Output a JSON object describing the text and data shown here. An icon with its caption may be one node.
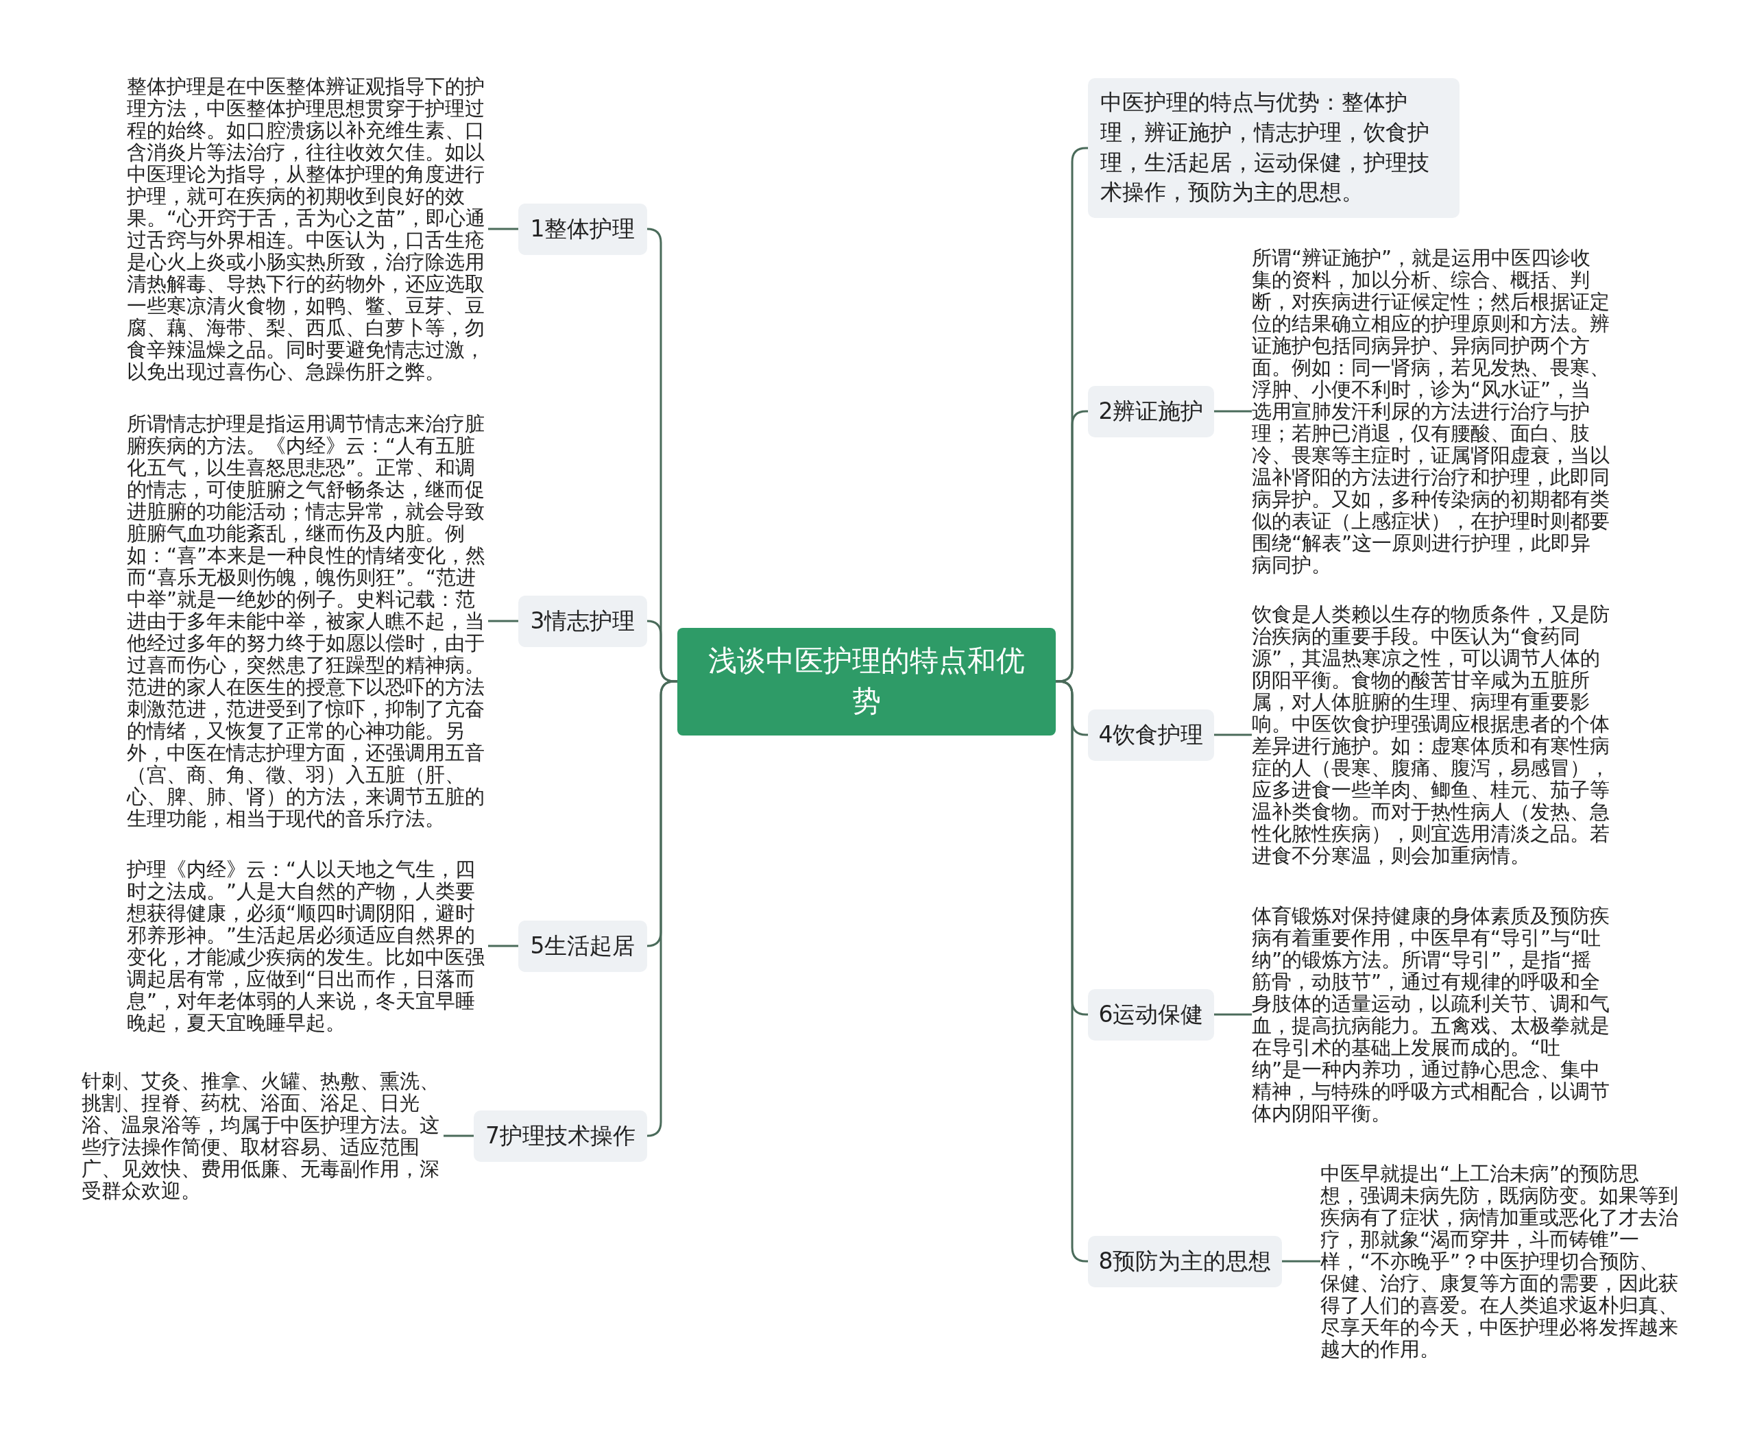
{
  "diagram": {
    "nodes": [
      {
        "text": [
          "浅谈中医护理的特点和优势"
        ]
      },
      {
        "text": [
          "中医护理的特点与优势：整体护理，辨证施护，情志护理，饮食护理，生活起居，运动保健，护理技术操作，预防为主的思想。"
        ]
      },
      {
        "text": [
          "1整体护理"
        ]
      },
      {
        "text": [
          "整体护理是在中医整体辨证观指导下的护理方法，中医整体护理思想贯穿于护理过程的始终。如口腔溃疡以补充维生素、口含消炎片等法治疗，往往收效欠佳。如以中医理论为指导，从整体护理的角度进行护理，就可在疾病的初期收到良好的效果。“心开窍于舌，舌为心之苗”，即心通过舌窍与外界相连。中医认为，口舌生疮是心火上炎或小肠实热所致，治疗除选用清热解毒、导热下行的药物外，还应选取一些寒凉清火食物，如鸭、鳖、豆芽、豆腐、藕、海带、梨、西瓜、白萝卜等，勿食辛辣温燥之品。同时要避免情志过激，以免出现过喜伤心、急躁伤肝之弊。"
        ]
      },
      {
        "text": [
          "2辨证施护"
        ]
      },
      {
        "text": [
          "所谓“辨证施护”，就是运用中医四诊收集的资料，加以分析、综合、概括、判断，对疾病进行证候定性；然后根据证定位的结果确立相应的护理原则和方法。辨证施护包括同病异护、异病同护两个方面。例如：同一肾病，若见发热、畏寒、浮肿、小便不利时，诊为“风水证”，当选用宣肺发汗利尿的方法进行治疗与护理；若肿已消退，仅有腰酸、面白、肢冷、畏寒等主症时，证属肾阳虚衰，当以温补肾阳的方法进行治疗和护理，此即同病异护。又如，多种传染病的初期都有类似的表证（上感症状），在护理时则都要围绕“解表”这一原则进行护理，此即异病同护。"
        ]
      },
      {
        "text": [
          "3情志护理"
        ]
      },
      {
        "text": [
          "所谓情志护理是指运用调节情志来治疗脏腑疾病的方法。《内经》云：“人有五脏化五气，以生喜怒思悲恐”。正常、和调的情志，可使脏腑之气舒畅条达，继而促进脏腑的功能活动；情志异常，就会导致脏腑气血功能紊乱，继而伤及内脏。例如：“喜”本来是一种良性的情绪变化，然而“喜乐无极则伤魄，魄伤则狂”。“范进中举”就是一绝妙的例子。史料记载：范进由于多年未能中举，被家人瞧不起，当他经过多年的努力终于如愿以偿时，由于过喜而伤心，突然患了狂躁型的精神病。范进的家人在医生的授意下以恐吓的方法刺激范进，范进受到了惊吓，抑制了亢奋的情绪，又恢复了正常的心神功能。另外，中医在情志护理方面，还强调用五音（宫、商、角、徵、羽）入五脏（肝、心、脾、肺、肾）的方法，来调节五脏的生理功能，相当于现代的音乐疗法。"
        ]
      },
      {
        "text": [
          "4饮食护理"
        ]
      },
      {
        "text": [
          "饮食是人类赖以生存的物质条件，又是防治疾病的重要手段。中医认为“食药同源”，其温热寒凉之性，可以调节人体的阴阳平衡。食物的酸苦甘辛咸为五脏所属，对人体脏腑的生理、病理有重要影响。中医饮食护理强调应根据患者的个体差异进行施护。如：虚寒体质和有寒性病症的人（畏寒、腹痛、腹泻，易感冒），应多进食一些羊肉、鲫鱼、桂元、茄子等温补类食物。而对于热性病人（发热、急性化脓性疾病），则宜选用清淡之品。若进食不分寒温，则会加重病情。"
        ]
      },
      {
        "text": [
          "5生活起居"
        ]
      },
      {
        "text": [
          "护理《内经》云：“人以天地之气生，四时之法成。”人是大自然的产物，人类要想获得健康，必须“顺四时调阴阳，避时邪养形神。”生活起居必须适应自然界的变化，才能减少疾病的发生。比如中医强调起居有常，应做到“日出而作，日落而息”，对年老体弱的人来说，冬天宜早睡晚起，夏天宜晚睡早起。"
        ]
      },
      {
        "text": [
          "6运动保健"
        ]
      },
      {
        "text": [
          "体育锻炼对保持健康的身体素质及预防疾病有着重要作用，中医早有“导引”与“吐纳”的锻炼方法。所谓“导引”，是指“摇筋骨，动肢节”，通过有规律的呼吸和全身肢体的适量运动，以疏利关节、调和气血，提高抗病能力。五禽戏、太极拳就是在导引术的基础上发展而成的。“吐纳”是一种内养功，通过静心思念、集中精神，与特殊的呼吸方式相配合，以调节体内阴阳平衡。"
        ]
      },
      {
        "text": [
          "7护理技术操作"
        ]
      },
      {
        "text": [
          "针刺、艾灸、推拿、火罐、热敷、熏洗、挑割、捏脊、药枕、浴面、浴足、日光浴、温泉浴等，均属于中医护理方法。这些疗法操作简便、取材容易、适应范围广、见效快、费用低廉、无毒副作用，深受群众欢迎。"
        ]
      },
      {
        "text": [
          "8预防为主的思想"
        ]
      },
      {
        "text": [
          "中医早就提出“上工治未病”的预防思想，强调未病先防，既病防变。如果等到疾病有了症状，病情加重或恶化了才去治疗，那就象“渴而穿井，斗而铸锥”一样，“不亦晚乎”？中医护理切合预防、保健、治疗、康复等方面的需要，因此获得了人们的喜爱。在人类追求返朴归真、尽享天年的今天，中医护理必将发挥越来越大的作用。"
        ]
      }
    ],
    "edges": [
      {
        "from": 0,
        "to": 1,
        "arrow": "none"
      },
      {
        "from": 0,
        "to": 2,
        "arrow": "none"
      },
      {
        "from": 2,
        "to": 3,
        "arrow": "none"
      },
      {
        "from": 0,
        "to": 4,
        "arrow": "none"
      },
      {
        "from": 4,
        "to": 5,
        "arrow": "none"
      },
      {
        "from": 0,
        "to": 6,
        "arrow": "none"
      },
      {
        "from": 6,
        "to": 7,
        "arrow": "none"
      },
      {
        "from": 0,
        "to": 8,
        "arrow": "none"
      },
      {
        "from": 8,
        "to": 9,
        "arrow": "none"
      },
      {
        "from": 0,
        "to": 10,
        "arrow": "none"
      },
      {
        "from": 10,
        "to": 11,
        "arrow": "none"
      },
      {
        "from": 0,
        "to": 12,
        "arrow": "none"
      },
      {
        "from": 12,
        "to": 13,
        "arrow": "none"
      },
      {
        "from": 0,
        "to": 14,
        "arrow": "none"
      },
      {
        "from": 14,
        "to": 15,
        "arrow": "none"
      },
      {
        "from": 0,
        "to": 16,
        "arrow": "none"
      },
      {
        "from": 16,
        "to": 17,
        "arrow": "none"
      }
    ]
  }
}
